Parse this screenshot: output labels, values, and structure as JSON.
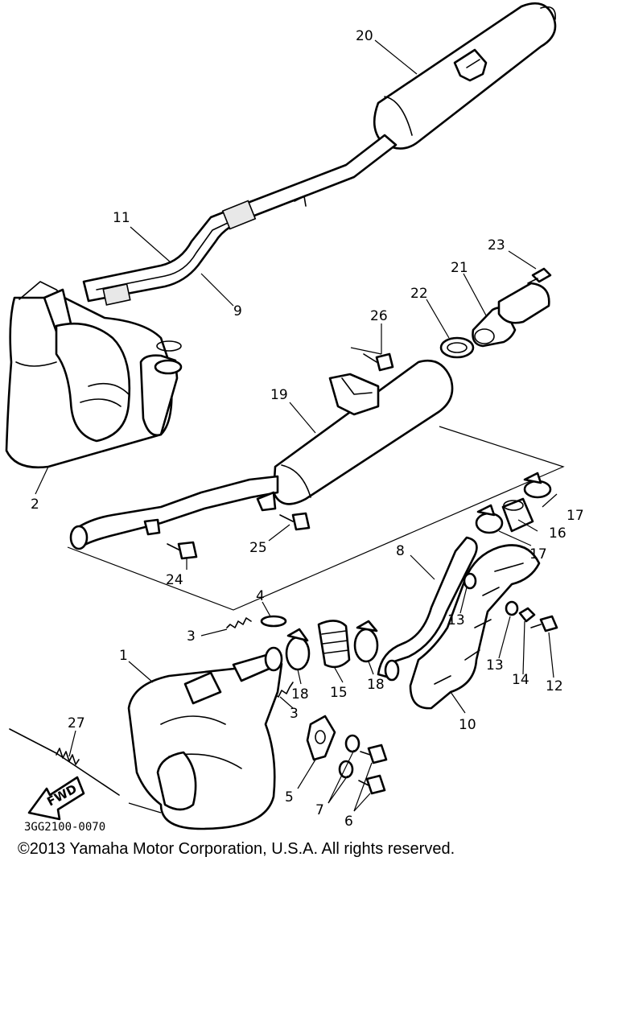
{
  "diagram": {
    "callouts": [
      {
        "id": "1",
        "label": "1"
      },
      {
        "id": "2",
        "label": "2"
      },
      {
        "id": "3a",
        "label": "3"
      },
      {
        "id": "3b",
        "label": "3"
      },
      {
        "id": "4",
        "label": "4"
      },
      {
        "id": "5",
        "label": "5"
      },
      {
        "id": "6",
        "label": "6"
      },
      {
        "id": "7",
        "label": "7"
      },
      {
        "id": "8",
        "label": "8"
      },
      {
        "id": "9",
        "label": "9"
      },
      {
        "id": "10",
        "label": "10"
      },
      {
        "id": "11",
        "label": "11"
      },
      {
        "id": "12",
        "label": "12"
      },
      {
        "id": "13a",
        "label": "13"
      },
      {
        "id": "13b",
        "label": "13"
      },
      {
        "id": "14",
        "label": "14"
      },
      {
        "id": "15",
        "label": "15"
      },
      {
        "id": "16",
        "label": "16"
      },
      {
        "id": "17a",
        "label": "17"
      },
      {
        "id": "17b",
        "label": "17"
      },
      {
        "id": "18a",
        "label": "18"
      },
      {
        "id": "18b",
        "label": "18"
      },
      {
        "id": "19",
        "label": "19"
      },
      {
        "id": "20",
        "label": "20"
      },
      {
        "id": "21",
        "label": "21"
      },
      {
        "id": "22",
        "label": "22"
      },
      {
        "id": "23",
        "label": "23"
      },
      {
        "id": "24",
        "label": "24"
      },
      {
        "id": "25",
        "label": "25"
      },
      {
        "id": "26",
        "label": "26"
      },
      {
        "id": "27",
        "label": "27"
      }
    ],
    "fwd_label": "FWD",
    "diagram_code": "3GG2100-0070"
  },
  "footer": {
    "copyright": "©2013 Yamaha Motor Corporation, U.S.A. All rights reserved."
  }
}
